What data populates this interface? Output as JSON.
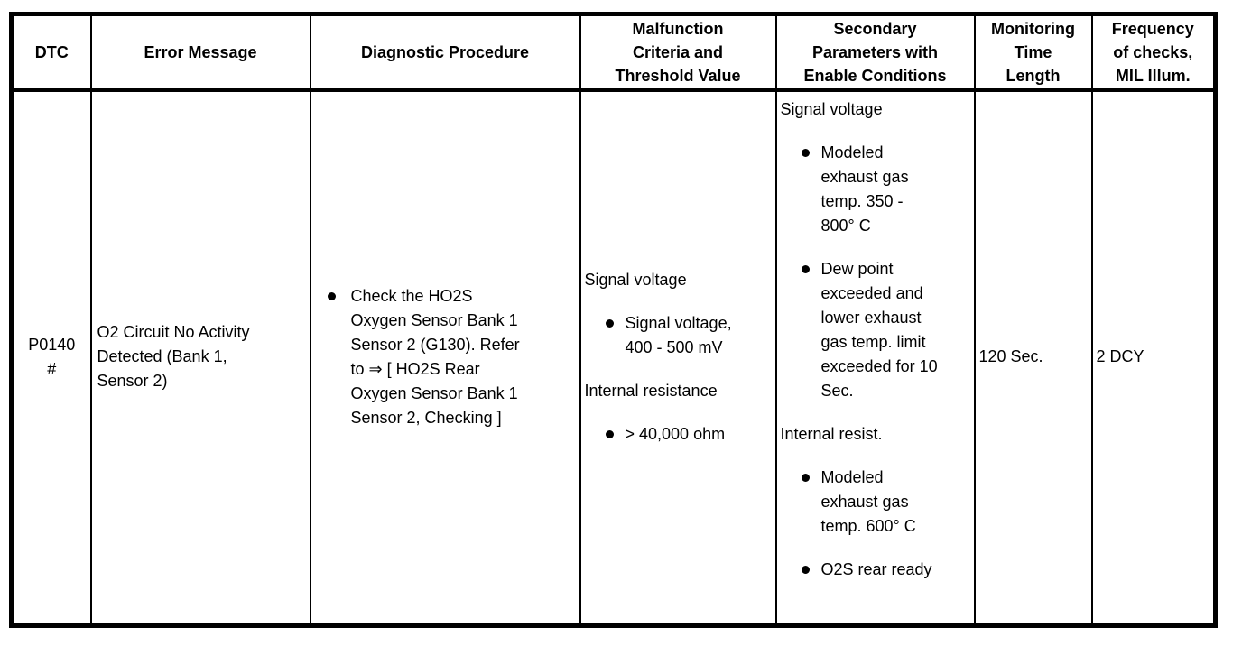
{
  "colors": {
    "background": "#ffffff",
    "border": "#000000",
    "text": "#000000"
  },
  "table": {
    "headers": [
      "DTC",
      "Error Message",
      "Diagnostic Procedure",
      "Malfunction\nCriteria and\nThreshold Value",
      "Secondary\nParameters with\nEnable Conditions",
      "Monitoring\nTime\nLength",
      "Frequency\nof checks,\nMIL Illum."
    ],
    "row": {
      "dtc": "P0140\n#",
      "error_message": "O2 Circuit No Activity\nDetected (Bank 1,\nSensor 2)",
      "diagnostic_procedure": {
        "items": [
          "Check the HO2S\nOxygen Sensor Bank 1\nSensor 2 (G130). Refer\nto ⇒ [ HO2S Rear\nOxygen Sensor Bank 1\nSensor 2, Checking ]"
        ]
      },
      "malfunction_criteria": {
        "sections": [
          {
            "label": "Signal voltage",
            "items": [
              "Signal voltage,\n400 - 500 mV"
            ]
          },
          {
            "label": "Internal resistance",
            "items": [
              "> 40,000 ohm"
            ]
          }
        ]
      },
      "secondary_parameters": {
        "sections": [
          {
            "label": "Signal voltage",
            "items": [
              "Modeled\nexhaust gas\ntemp. 350 -\n800° C",
              "Dew point\nexceeded and\nlower exhaust\ngas temp. limit\nexceeded for 10\nSec."
            ]
          },
          {
            "label": "Internal resist.",
            "items": [
              "Modeled\nexhaust gas\ntemp. 600° C",
              "O2S rear ready"
            ]
          }
        ]
      },
      "monitoring_time": "120 Sec.",
      "frequency": "2 DCY"
    }
  }
}
